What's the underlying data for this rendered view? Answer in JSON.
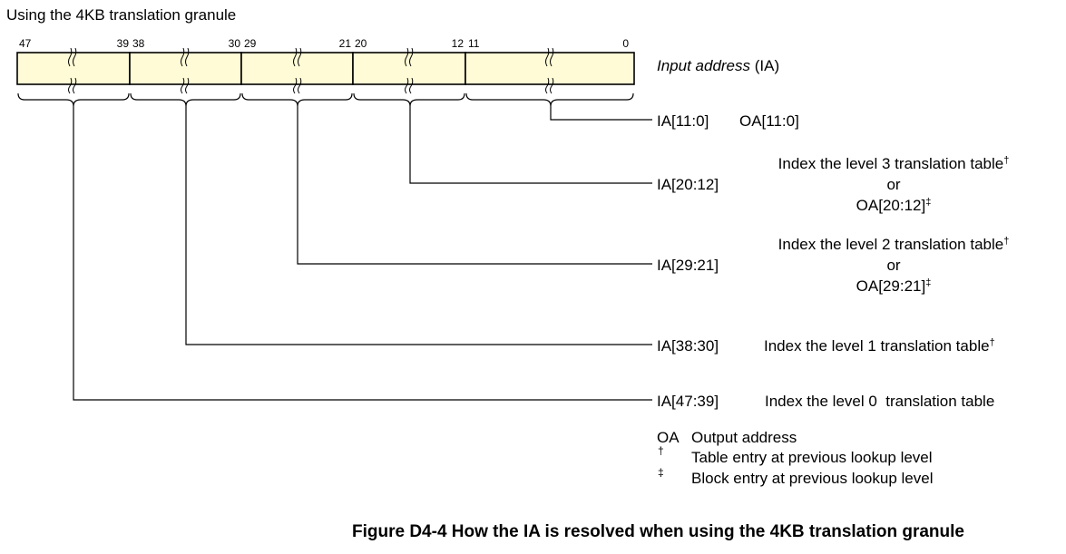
{
  "header": {
    "title": "Using the 4KB translation granule"
  },
  "bits": {
    "f0": {
      "hi": "47",
      "lo": "39"
    },
    "f1": {
      "hi": "38",
      "lo": "30"
    },
    "f2": {
      "hi": "29",
      "lo": "21"
    },
    "f3": {
      "hi": "20",
      "lo": "12"
    },
    "f4": {
      "hi": "11",
      "lo": "0"
    }
  },
  "register_label": {
    "italic": "Input address",
    "rest": " (IA)"
  },
  "rows": {
    "r0": {
      "ia": "IA[11:0]",
      "oa": "OA[11:0]"
    },
    "r1": {
      "ia": "IA[20:12]",
      "line1": "Index the level 3 translation table",
      "mark1": "†",
      "or": "or",
      "line3": "OA[20:12]",
      "mark3": "‡"
    },
    "r2": {
      "ia": "IA[29:21]",
      "line1": "Index the level 2 translation table",
      "mark1": "†",
      "or": "or",
      "line3": "OA[29:21]",
      "mark3": "‡"
    },
    "r3": {
      "ia": "IA[38:30]",
      "line1": "Index the level 1 translation table",
      "mark1": "†"
    },
    "r4": {
      "ia": "IA[47:39]",
      "line1": "Index the level 0  translation table"
    }
  },
  "legend": {
    "oa_key": "OA",
    "oa_text": "Output address",
    "dagger_key": "†",
    "dagger_text": "Table entry at previous lookup level",
    "ddagger_key": "‡",
    "ddagger_text": "Block entry at previous lookup level"
  },
  "caption": "Figure D4-4 How the IA is resolved when using the 4KB translation granule",
  "colors": {
    "field_fill": "#fffbd6",
    "line": "#000000"
  }
}
